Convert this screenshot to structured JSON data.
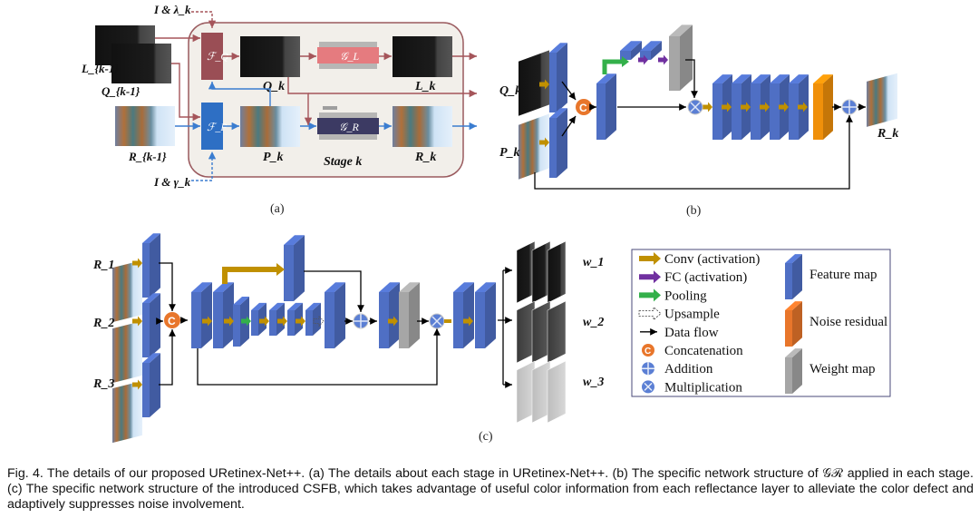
{
  "figure": {
    "panel_a": {
      "inputs": {
        "L_prev": "L_{k-1}",
        "Q_prev": "Q_{k-1}",
        "R_prev": "R_{k-1}"
      },
      "top_input": "I & λ_k",
      "bottom_input": "I & γ_k",
      "modules": {
        "FQ": "ℱ_Q",
        "FP": "ℱ_P",
        "GL": "𝒢_L",
        "GR": "𝒢_R"
      },
      "outputs": {
        "Qk": "Q_k",
        "Pk": "P_k",
        "Lk": "L_k",
        "Rk": "R_k"
      },
      "stage_label": "Stage k",
      "sublabel": "(a)"
    },
    "panel_b": {
      "inputs": {
        "Qk": "Q_k",
        "Pk": "P_k"
      },
      "output": "R_k",
      "concat_symbol": "C",
      "sublabel": "(b)"
    },
    "panel_c": {
      "inputs": [
        "R_1",
        "R_2",
        "R_3"
      ],
      "outputs": [
        "w_1",
        "w_2",
        "w_3"
      ],
      "concat_symbol": "C",
      "sublabel": "(c)"
    },
    "legend": {
      "items": [
        {
          "icon": "conv-arrow-icon",
          "label": "Conv (activation)",
          "color": "#c09000"
        },
        {
          "icon": "fc-arrow-icon",
          "label": "FC (activation)",
          "color": "#7030a0"
        },
        {
          "icon": "pooling-arrow-icon",
          "label": "Pooling",
          "color": "#33b04a"
        },
        {
          "icon": "upsample-arrow-icon",
          "label": "Upsample",
          "color": "#ffffff"
        },
        {
          "icon": "data-flow-arrow-icon",
          "label": "Data flow",
          "color": "#000000"
        },
        {
          "icon": "concatenation-icon",
          "label": "Concatenation",
          "color": "#e8762b"
        },
        {
          "icon": "addition-icon",
          "label": "Addition",
          "color": "#5b7fd4"
        },
        {
          "icon": "multiplication-icon",
          "label": "Multiplication",
          "color": "#5b7fd4"
        }
      ],
      "blocks": [
        {
          "icon": "feature-map-icon",
          "label": "Feature map",
          "color": "#4f6fc4"
        },
        {
          "icon": "noise-residual-icon",
          "label": "Noise residual",
          "color": "#e8762b"
        },
        {
          "icon": "weight-map-icon",
          "label": "Weight map",
          "color": "#a6a6a6"
        }
      ]
    },
    "colors": {
      "stage_bg": "#f2efea",
      "stage_border": "#9a5a5e",
      "fq": "#9a4e55",
      "fp": "#2e6fc4",
      "gl": "#e57b7f",
      "gr": "#3c3a63",
      "feature": "#4f6fc4",
      "noise": "#f0900a",
      "weight": "#a6a6a6",
      "conv": "#c09000",
      "red_arrow": "#a5555a",
      "blue_arrow": "#3b7dd0"
    }
  },
  "caption": "Fig. 4. The details of our proposed URetinex-Net++. (a) The details about each stage in URetinex-Net++. (b) The specific network structure of 𝒢ℛ applied in each stage. (c) The specific network structure of the introduced CSFB, which takes advantage of useful color information from each reflectance layer to alleviate the color defect and adaptively suppresses noise involvement."
}
